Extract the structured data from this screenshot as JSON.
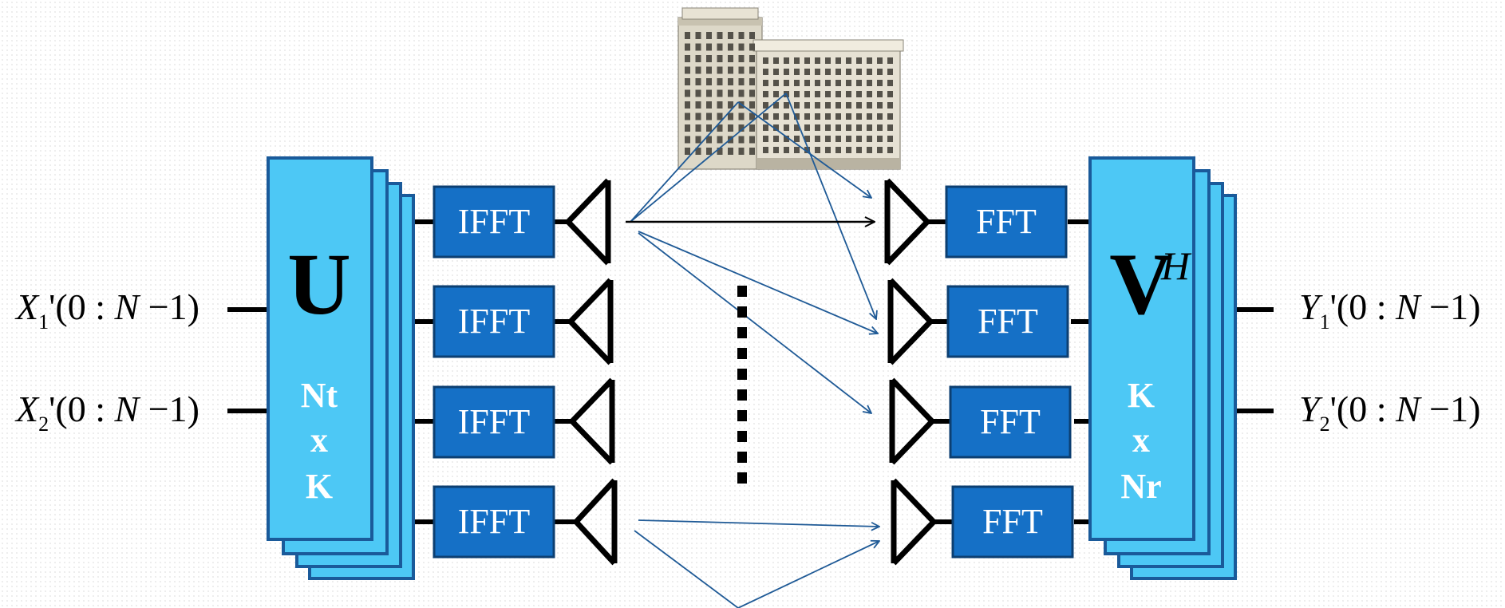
{
  "colors": {
    "matrix_fill": "#4dc8f5",
    "matrix_border": "#1a5a9a",
    "block_fill": "#1570c6",
    "block_border": "#0c3f72",
    "arrow": "#1f5a96",
    "direct_arrow": "#000000",
    "wire": "#000000"
  },
  "precoder": {
    "symbol": "U",
    "dims": [
      "Nt",
      "x",
      "K"
    ]
  },
  "combiner": {
    "symbol": "V",
    "superscript": "H",
    "dims": [
      "K",
      "x",
      "Nr"
    ]
  },
  "tx_blocks": [
    "IFFT",
    "IFFT",
    "IFFT",
    "IFFT"
  ],
  "rx_blocks": [
    "FFT",
    "FFT",
    "FFT",
    "FFT"
  ],
  "inputs": [
    {
      "var": "X",
      "sub": "1",
      "rest": "'(0 : ",
      "n": "N",
      "tail": " −1)"
    },
    {
      "var": "X",
      "sub": "2",
      "rest": "'(0 : ",
      "n": "N",
      "tail": " −1)"
    }
  ],
  "outputs": [
    {
      "var": "Y",
      "sub": "1",
      "rest": "'(0 : ",
      "n": "N",
      "tail": " −1)"
    },
    {
      "var": "Y",
      "sub": "2",
      "rest": "'(0 : ",
      "n": "N",
      "tail": " −1)"
    }
  ],
  "scatterer_icon": "building-icon",
  "ellipsis_icon": "vertical-dots-icon"
}
